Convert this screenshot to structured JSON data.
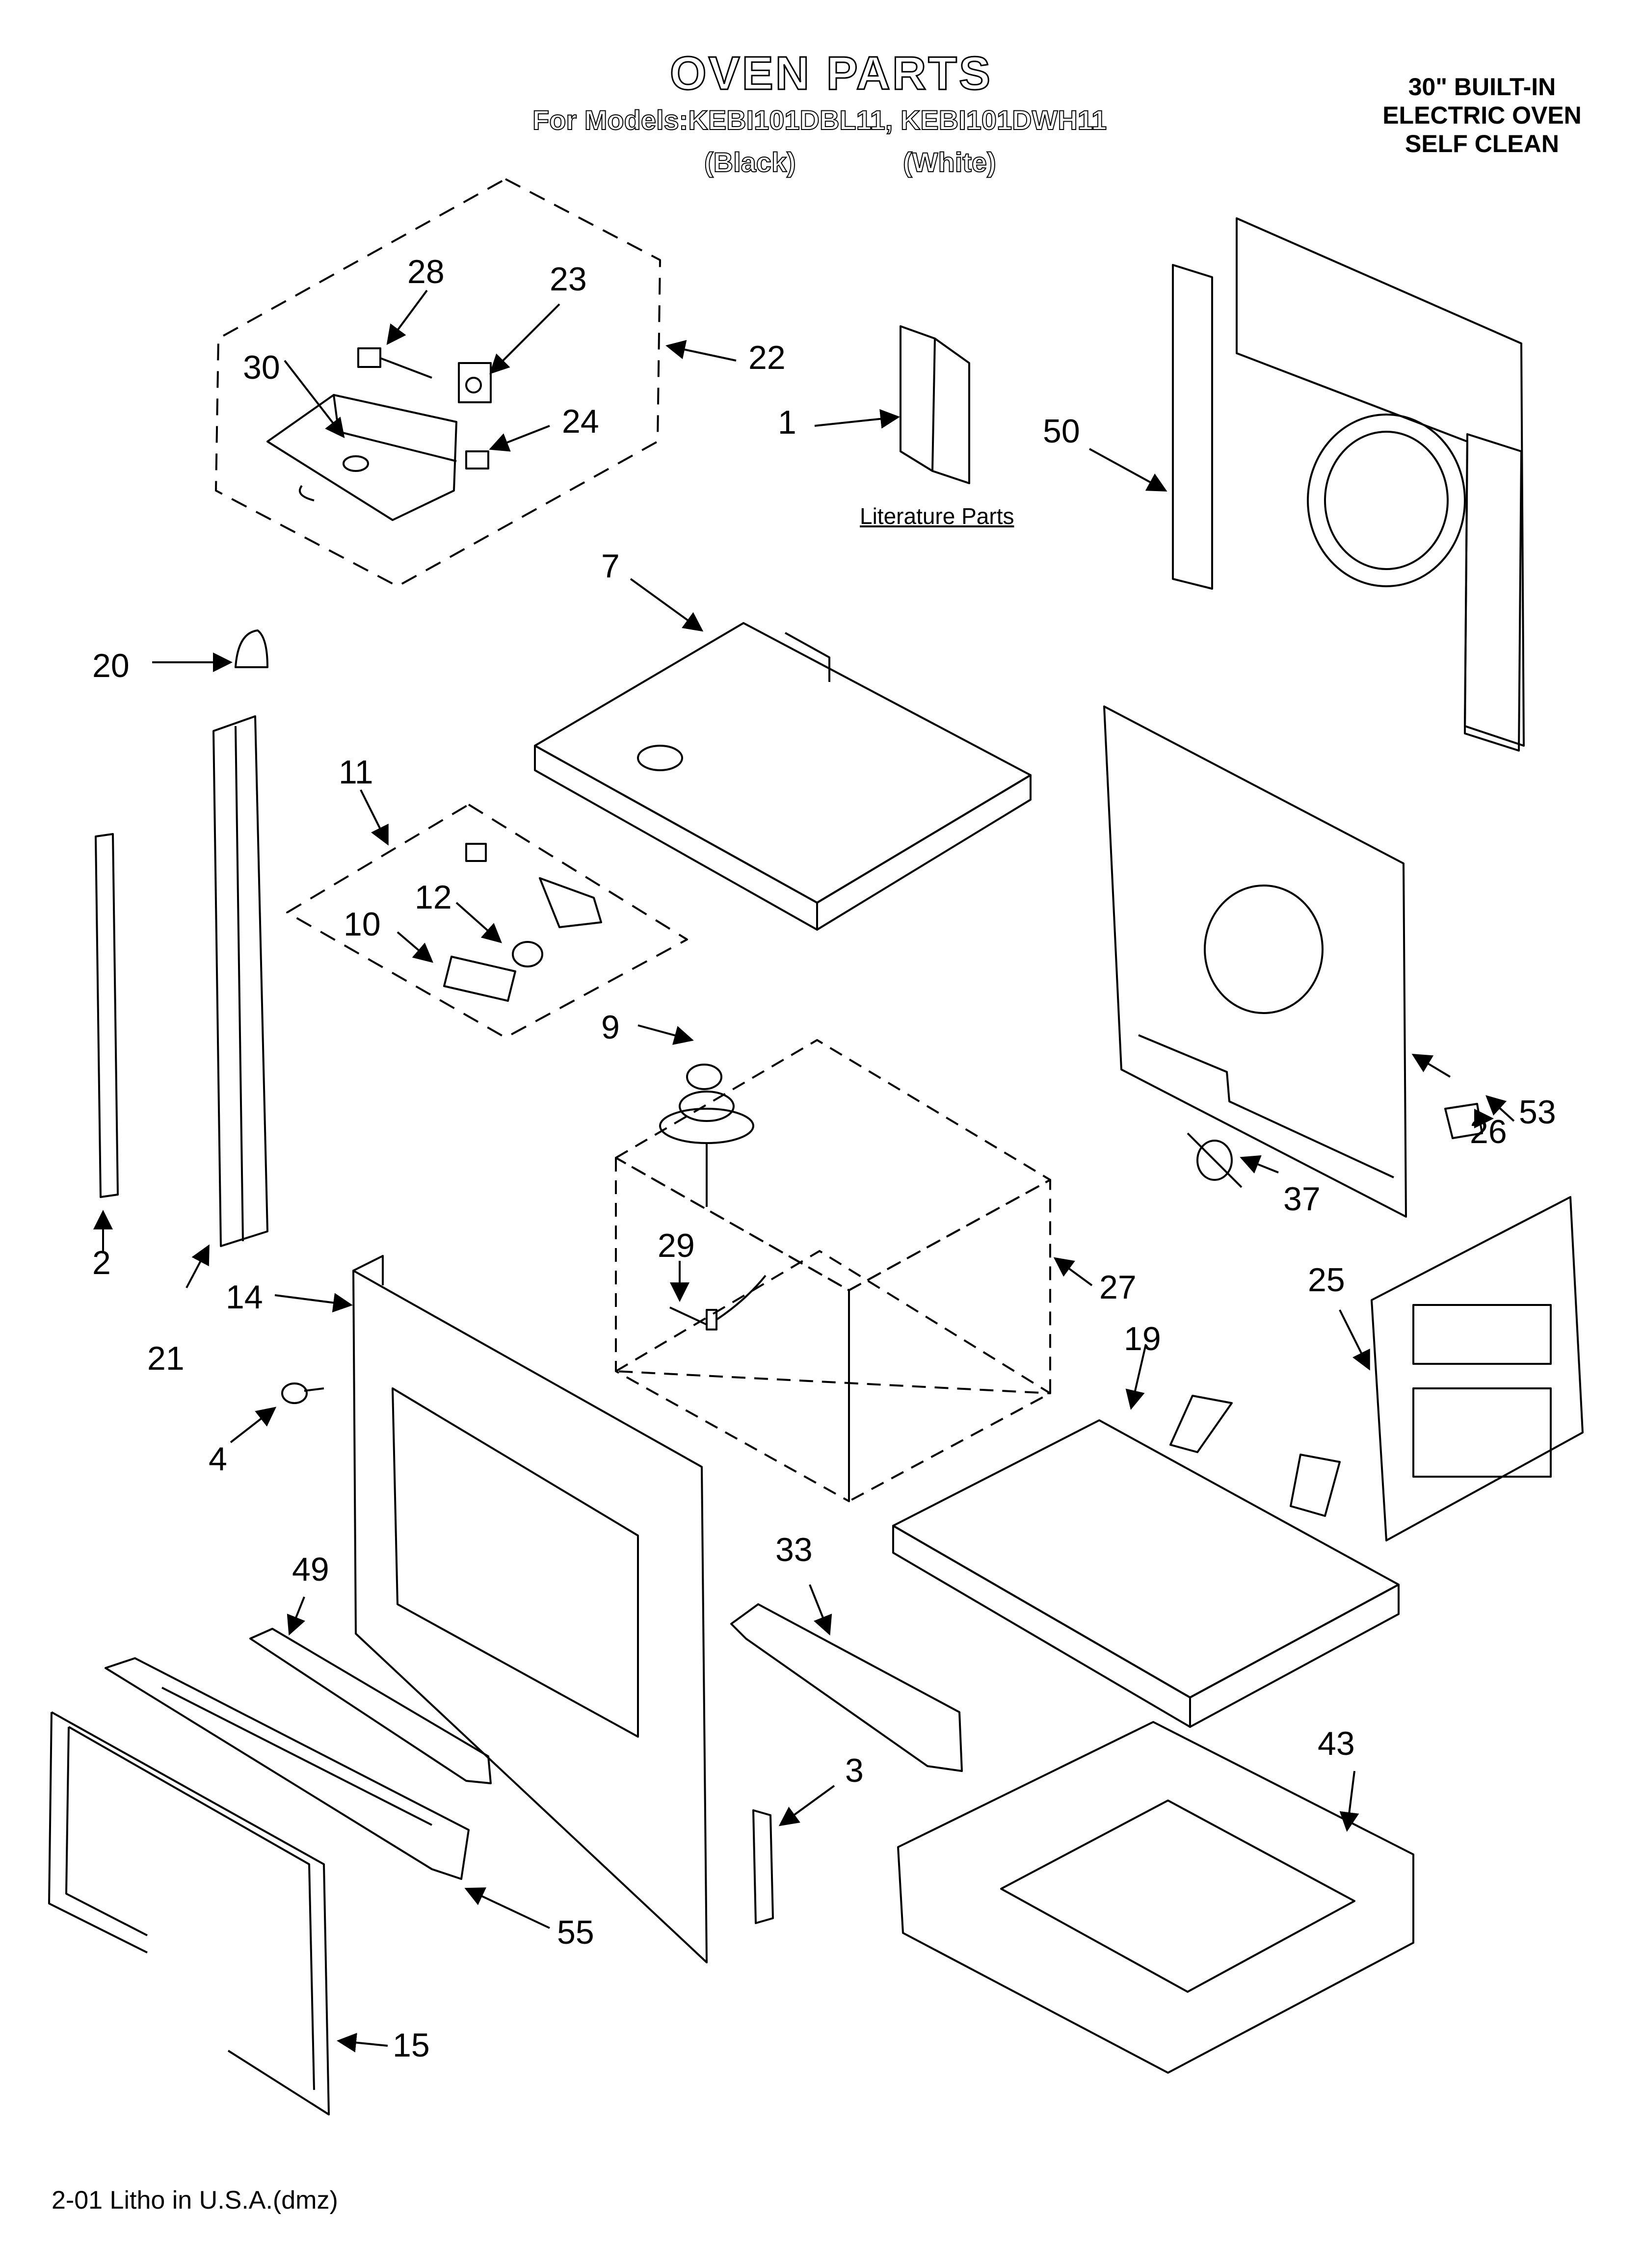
{
  "header": {
    "title": "OVEN PARTS",
    "models_line": "For Models:KEBI101DBL11, KEBI101DWH11",
    "variant_black": "(Black)",
    "variant_white": "(White)"
  },
  "description": {
    "line1": "30\" BUILT-IN",
    "line2": "ELECTRIC OVEN",
    "line3": "SELF CLEAN"
  },
  "literature_label": "Literature Parts",
  "footer": "2-01 Litho in U.S.A.(dmz)",
  "callouts": [
    "1",
    "2",
    "3",
    "4",
    "7",
    "9",
    "10",
    "11",
    "12",
    "14",
    "15",
    "19",
    "20",
    "21",
    "22",
    "23",
    "24",
    "25",
    "26",
    "27",
    "28",
    "29",
    "30",
    "33",
    "37",
    "43",
    "49",
    "50",
    "53",
    "55"
  ]
}
